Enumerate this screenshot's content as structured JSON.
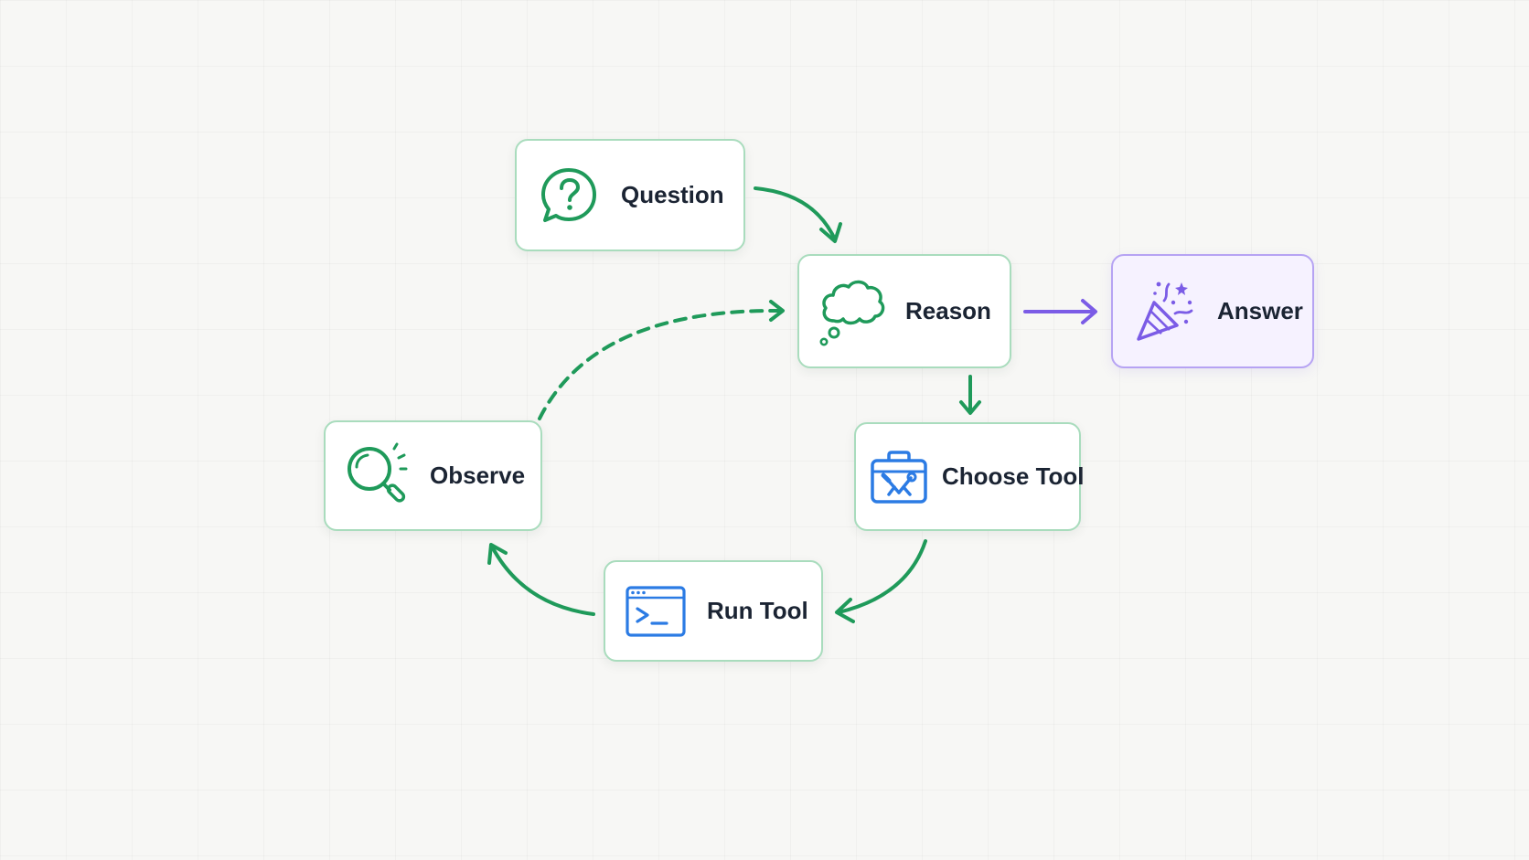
{
  "diagram": {
    "nodes": {
      "question": {
        "label": "Question",
        "icon": "question-bubble-icon"
      },
      "reason": {
        "label": "Reason",
        "icon": "thought-cloud-icon"
      },
      "answer": {
        "label": "Answer",
        "icon": "party-popper-icon"
      },
      "choose_tool": {
        "label": "Choose Tool",
        "icon": "toolbox-icon"
      },
      "run_tool": {
        "label": "Run Tool",
        "icon": "terminal-window-icon"
      },
      "observe": {
        "label": "Observe",
        "icon": "magnifier-icon"
      }
    },
    "edges": [
      {
        "from": "Question",
        "to": "Reason",
        "style": "solid"
      },
      {
        "from": "Reason",
        "to": "Answer",
        "style": "solid"
      },
      {
        "from": "Reason",
        "to": "Choose Tool",
        "style": "solid"
      },
      {
        "from": "Choose Tool",
        "to": "Run Tool",
        "style": "solid"
      },
      {
        "from": "Run Tool",
        "to": "Observe",
        "style": "solid"
      },
      {
        "from": "Observe",
        "to": "Reason",
        "style": "dashed"
      }
    ],
    "colors": {
      "background": "#f7f7f5",
      "flow_green": "#1f9a5a",
      "node_border_green": "#a9dcbd",
      "tool_blue": "#2b7be4",
      "answer_purple": "#7b5ce6",
      "answer_fill": "#f6f2ff",
      "label_text": "#1b2433"
    }
  }
}
